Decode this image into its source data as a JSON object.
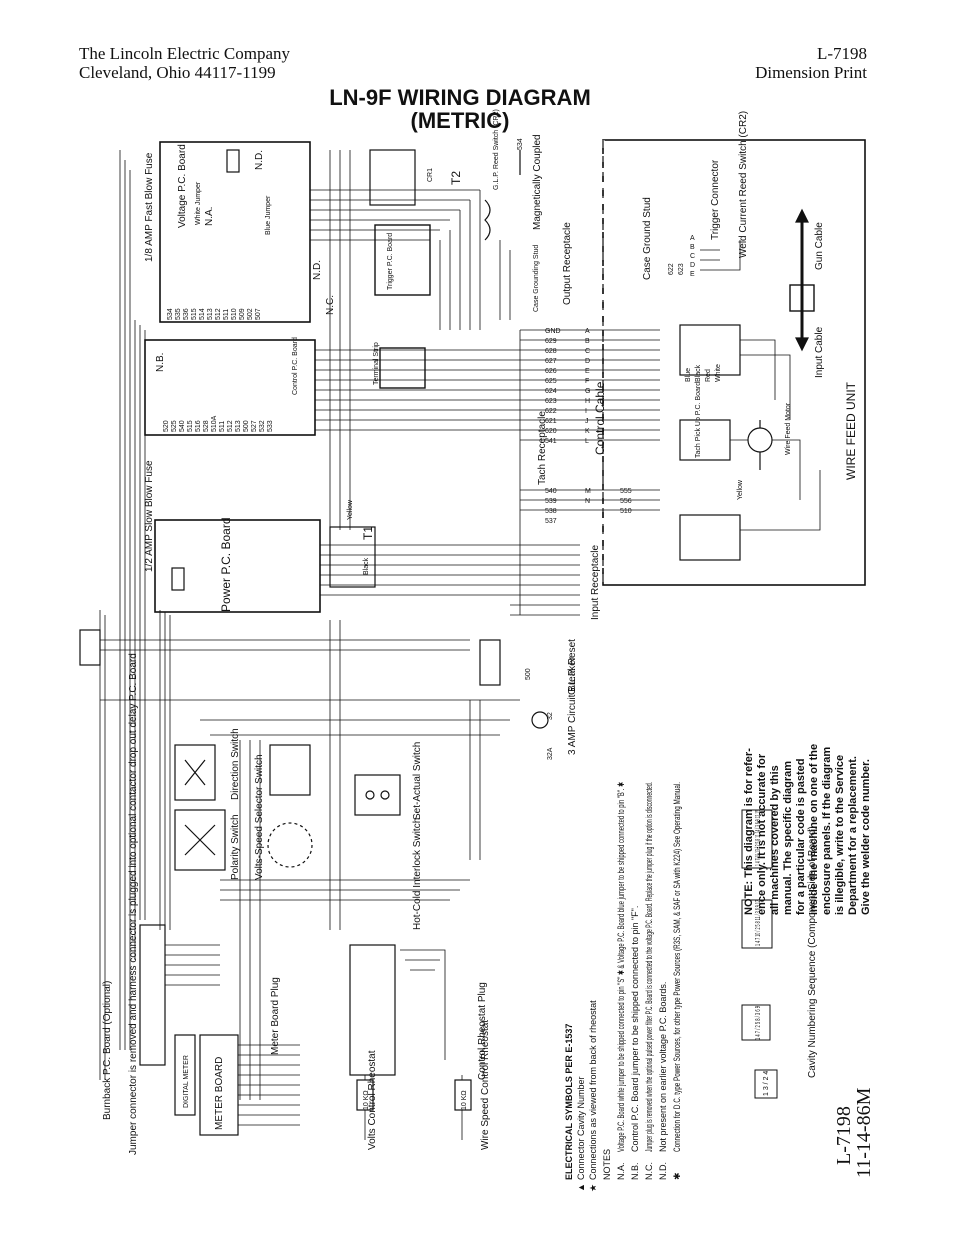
{
  "header": {
    "company_line1": "The Lincoln Electric Company",
    "company_line2": "Cleveland, Ohio 44117-1199",
    "doc_number": "L-7198",
    "doc_type": "Dimension Print"
  },
  "title": {
    "line1": "LN-9F WIRING DIAGRAM",
    "line2": "(METRIC)"
  },
  "components": {
    "fuse_fast": "1/8 AMP Fast Blow Fuse",
    "fuse_slow": "1/2 AMP Slow Blow Fuse",
    "voltage_board": "Voltage P.C. Board",
    "white_jumper": "White Jumper",
    "blue_jumper": "Blue Jumper",
    "control_board": "Control P.C. Board",
    "power_board": "Power P.C. Board",
    "trigger_board": "Trigger P.C. Board",
    "t1": "T1",
    "t2": "T2",
    "magnetically_coupled": "Magnetically Coupled",
    "glp_reed": "G.L.P. Reed Switch (CR2)",
    "output_receptacle": "Output Receptacle",
    "case_grounding_stud": "Case Grounding Stud",
    "terminal_strip": "Terminal Strip",
    "control_cable": "Control Cable",
    "tach_receptacle": "Tach Receptacle",
    "input_receptacle": "Input Receptacle",
    "glp_reset": "G.L.P. Reset",
    "circuit_breaker": "3 AMP Circuit Breaker",
    "direction_switch": "Direction Switch",
    "polarity_switch": "Polarity Switch",
    "vs_selector": "Volts-Speed Selector Switch",
    "set_actual": "Set-Actual Switch",
    "hot_cold": "Hot-Cold Interlock Switch",
    "burnback": "Burnback P.C. Board (Optional)",
    "jumper_note": "Jumper connector is removed and harness connector is plugged into optional contactor drop out delay P.C. Board",
    "digital_meter": "DIGITAL METER",
    "meter_board": "METER BOARD",
    "meter_plug": "Meter Board Plug",
    "control_plug": "Control Rheostat Plug",
    "volts_rheostat": "Volts Control Rheostat",
    "speed_rheostat": "Wire Speed Control Rheostat",
    "resistor_a": "10 KΩ",
    "resistor_b": "10 KΩ",
    "case_ground_stud": "Case Ground Stud",
    "trigger_connector": "Trigger Connector",
    "weld_reed": "Weld Current Reed Switch (CR2)",
    "gun_cable": "Gun Cable",
    "input_cable": "Input Cable",
    "wire_feed_unit": "WIRE FEED UNIT",
    "tach_pickup": "Tach Pick Up P.C. Board",
    "wire_feed_motor": "Wire Feed Motor",
    "color_blue": "Blue",
    "color_black": "Black",
    "color_red": "Red",
    "color_white": "White",
    "color_yellow": "Yellow",
    "cr1": "CR1"
  },
  "wire_numbers": {
    "left_bundle": [
      "534",
      "535",
      "536",
      "515",
      "514",
      "513",
      "512",
      "511",
      "510",
      "509",
      "502",
      "507"
    ],
    "control_bundle": [
      "520",
      "525",
      "540",
      "515",
      "516",
      "528",
      "510A",
      "511",
      "512",
      "513",
      "500",
      "527",
      "532",
      "533"
    ],
    "right_connector": [
      "GND",
      "629",
      "628",
      "627",
      "626",
      "625",
      "624",
      "623",
      "622",
      "621",
      "620",
      "541",
      "540",
      "539",
      "538",
      "537"
    ],
    "input_pins": [
      "A",
      "B",
      "C",
      "D",
      "E",
      "F",
      "G",
      "H",
      "I",
      "J",
      "K",
      "L",
      "M",
      "N"
    ],
    "trigger_pins": [
      "A",
      "B",
      "C",
      "D",
      "E"
    ],
    "trigger_wires": [
      "622",
      "623"
    ],
    "tach_wires": [
      "555",
      "556",
      "510"
    ],
    "glp_wire": "534",
    "reset_wire": "500",
    "breaker_wires": [
      "32",
      "32A"
    ]
  },
  "notes_heading": "ELECTRICAL SYMBOLS PER E-1537",
  "legend": [
    {
      "symbol": "▲",
      "text": "Connector Cavity Number"
    },
    {
      "symbol": "★",
      "text": "Connections as viewed from back of rheostat"
    }
  ],
  "notes_label": "NOTES",
  "notes": [
    {
      "key": "N.A.",
      "text": "Voltage P.C. Board white jumper to be shipped connected to pin \"S\" ✱ & Voltage P.C. Board blue jumper to be shipped connected to pin \"B\". ✱"
    },
    {
      "key": "N.B.",
      "text": "Control P.C. Board jumper to be shipped connected to pin \"F\"."
    },
    {
      "key": "N.C.",
      "text": "Jumper plug is removed when the optional pulsed power filter P.C. Board is connected to the voltage P.C. Board. Replace the jumper plug if the option is disconnected."
    },
    {
      "key": "N.D.",
      "text": "Not present on earlier voltage P.C. Boards."
    },
    {
      "key": "✱",
      "text": "Connection for D.C. type Power Sources, for other type Power Sources (R3S, SAM, & SAF or SA with K224) See Operating Manual."
    }
  ],
  "cavity_caption": "Cavity Numbering Sequence (Component Side of Board)",
  "cavity_patterns": [
    "1 3 / 2 4",
    "1 4 7 / 2 5 8 / 3 6 9",
    "1 4 7 10 / 2 5 8 11 / 3 6 9 12",
    "1 4 7 10 13 / 2 5 8 11 14 / 3 6 9 12 15"
  ],
  "disclaimer": [
    "NOTE: This diagram is for refer-",
    "ence only. It is not accurate for",
    "all machines covered by this",
    "manual. The specific diagram",
    "for a particular code is pasted",
    "inside the machine on one of the",
    "enclosure panels. If the diagram",
    "is illegible, write to the Service",
    "Department for a replacement.",
    "Give the welder code number."
  ],
  "footer": {
    "doc_number": "L-7198",
    "date_code": "11-14-86M"
  }
}
